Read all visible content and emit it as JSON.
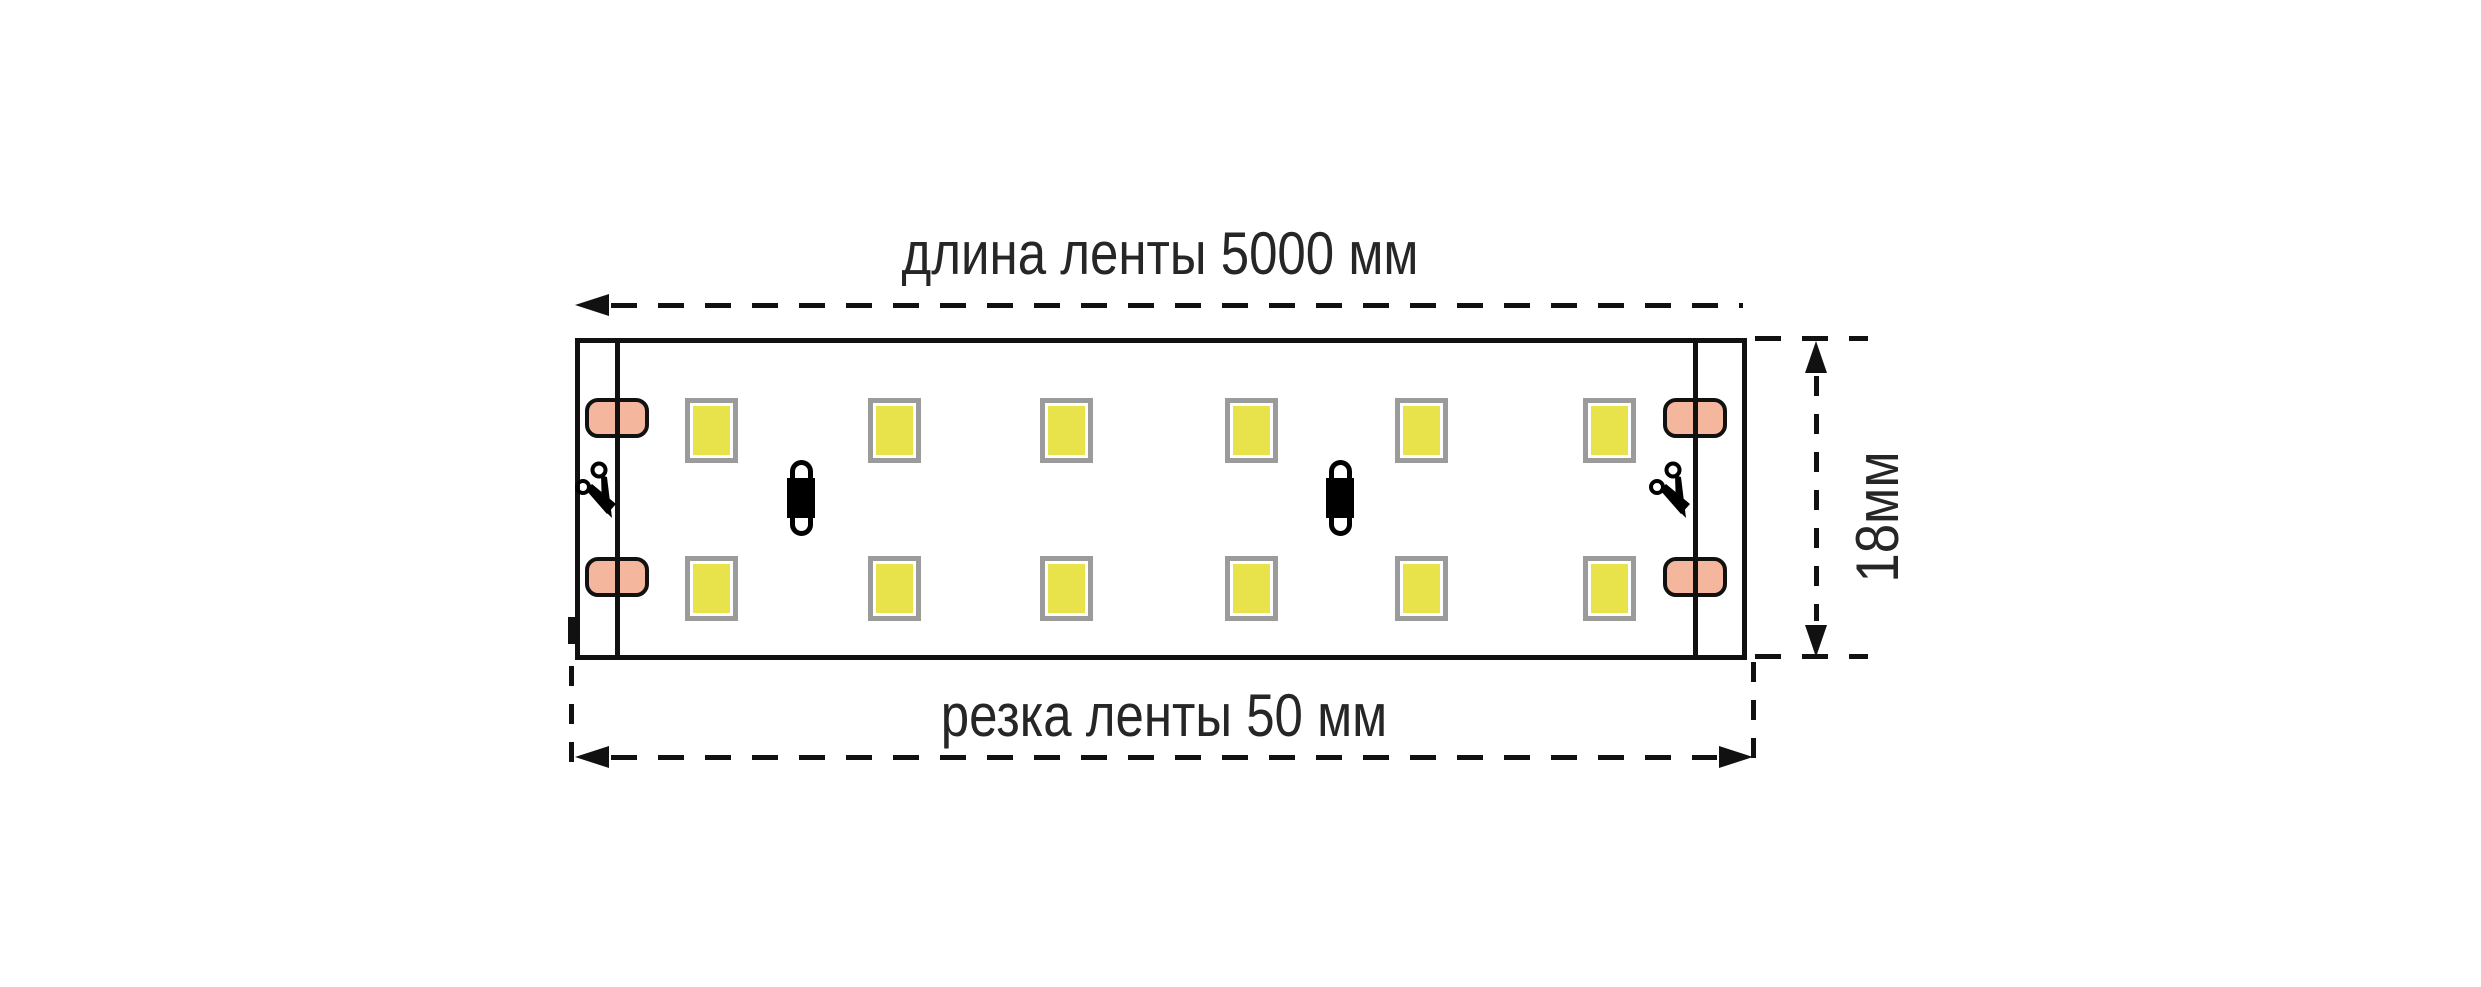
{
  "diagram": {
    "labels": {
      "tape_length": "длина ленты 5000 мм",
      "cut_length": "резка ленты 50 мм",
      "tape_width": "18мм"
    },
    "strip": {
      "led_rows": 2,
      "led_columns": 6,
      "led_count": 12,
      "resistor_count": 2,
      "solder_pad_count": 4,
      "cut_line_count": 2,
      "scissors_count": 2
    },
    "colors": {
      "background": "#ffffff",
      "line": "#111111",
      "text": "#262626",
      "solder_pad_fill": "#f4b69c",
      "led_fill": "#e8e24b",
      "led_border": "#9b9b9b",
      "component_fill": "#000000"
    }
  }
}
